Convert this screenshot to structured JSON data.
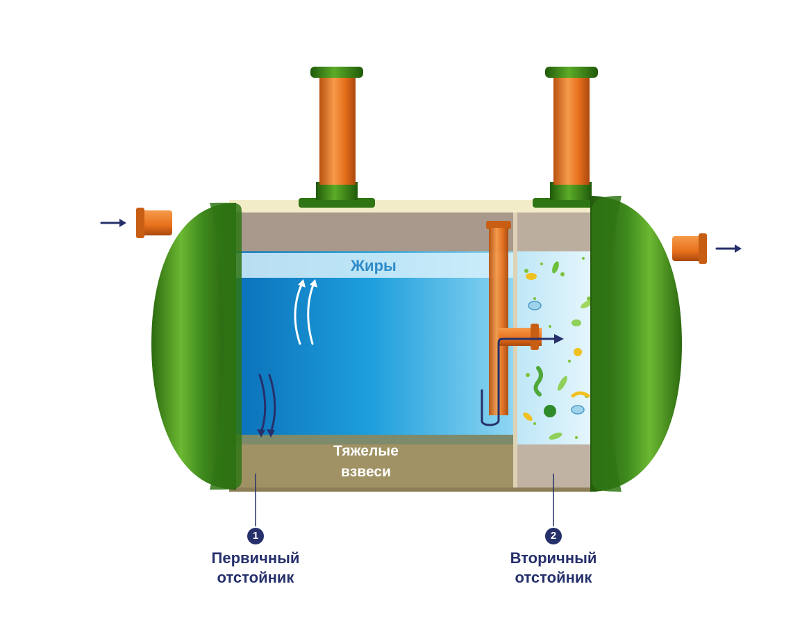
{
  "labels": {
    "fats": "Жиры",
    "heavy_line1": "Тяжелые",
    "heavy_line2": "взвеси"
  },
  "chambers": [
    {
      "number": "1",
      "line1": "Первичный",
      "line2": "отстойник"
    },
    {
      "number": "2",
      "line1": "Вторичный",
      "line2": "отстойник"
    }
  ],
  "colors": {
    "tank_green": "#3f8a1e",
    "pipe_orange": "#e8701c",
    "water_blue": "#1e9fdc",
    "sediment": "#a09264",
    "arrow_navy": "#26306b"
  }
}
